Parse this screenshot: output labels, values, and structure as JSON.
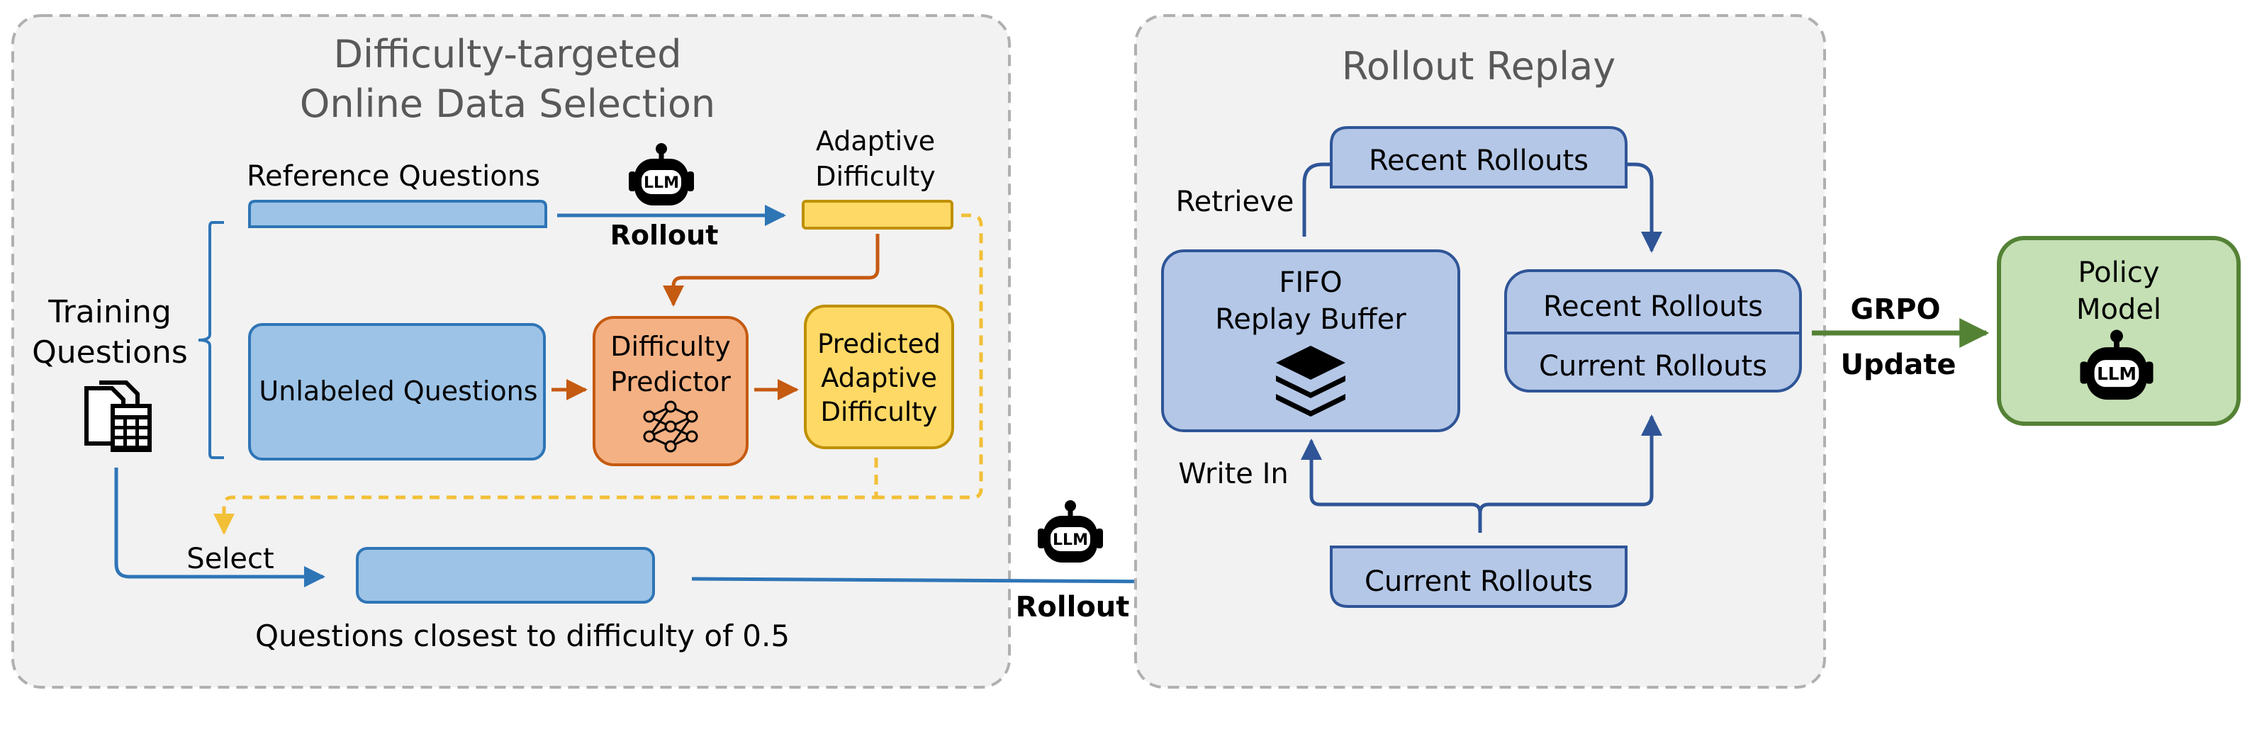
{
  "left_panel": {
    "title_line1": "Difficulty-targeted",
    "title_line2": "Online Data Selection",
    "training_questions_line1": "Training",
    "training_questions_line2": "Questions",
    "reference_questions": "Reference Questions",
    "rollout_label": "Rollout",
    "adaptive_difficulty_line1": "Adaptive",
    "adaptive_difficulty_line2": "Difficulty",
    "unlabeled_questions": "Unlabeled Questions",
    "difficulty_predictor_line1": "Difficulty",
    "difficulty_predictor_line2": "Predictor",
    "predicted_line1": "Predicted",
    "predicted_line2": "Adaptive",
    "predicted_line3": "Difficulty",
    "select_label": "Select",
    "closest_caption": "Questions closest to difficulty of 0.5"
  },
  "middle": {
    "rollout_label": "Rollout"
  },
  "right_panel": {
    "title": "Rollout Replay",
    "recent_rollouts_top": "Recent Rollouts",
    "retrieve_label": "Retrieve",
    "fifo_line1": "FIFO",
    "fifo_line2": "Replay Buffer",
    "recent_rollouts": "Recent Rollouts",
    "current_rollouts": "Current Rollouts",
    "write_in_label": "Write In",
    "current_rollouts_bottom": "Current Rollouts"
  },
  "policy": {
    "grpo_label": "GRPO",
    "update_label": "Update",
    "model_line1": "Policy",
    "model_line2": "Model"
  },
  "llm_badge": "LLM",
  "colors": {
    "panel_bg": "#f2f2f2",
    "panel_border": "#b0b0b0",
    "light_blue": "#9dc3e6",
    "blue_border": "#2e75b6",
    "steel_blue": "#b4c7e7",
    "navy": "#2f5597",
    "yellow": "#ffd966",
    "yellow_border": "#bf9000",
    "orange_fill": "#f4b183",
    "orange_border": "#c55a11",
    "green_fill": "#c5e0b4",
    "green_border": "#548235"
  }
}
